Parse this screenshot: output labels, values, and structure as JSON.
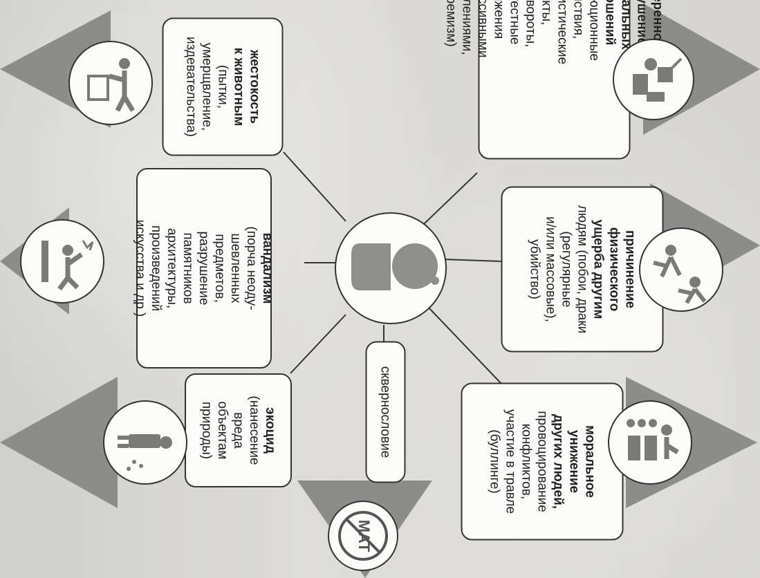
{
  "center_label": "",
  "categories": [
    {
      "id": "social",
      "bold": [
        "намеренное",
        "нарушение",
        "социальных",
        "отношений"
      ],
      "normal": [
        "(революционные",
        "действия,",
        "террористические",
        "акты,",
        "перевороты,",
        "протестные",
        "движения",
        "с агрессивными",
        "проявлениями,",
        "экстремизм)"
      ],
      "icon": "protest-crowd-icon"
    },
    {
      "id": "animals",
      "bold": [
        "жестокость",
        "к животным"
      ],
      "normal": [
        "(пытки,",
        "умерщвление,",
        "издевательства)"
      ],
      "icon": "animal-cruelty-icon"
    },
    {
      "id": "physical",
      "bold": [
        "причинение",
        "физического",
        "ущерба другим"
      ],
      "normal": [
        "людям (побои, драки",
        "(регулярные",
        "и/или массовые),",
        "убийство)"
      ],
      "icon": "fight-icon"
    },
    {
      "id": "vandalism",
      "bold": [
        "вандализм"
      ],
      "normal": [
        "(порча неоду-",
        "шевленных",
        "предметов,",
        "разрушение",
        "памятников",
        "архитектуры,",
        "произведений",
        "искусства и др.)"
      ],
      "icon": "vandalism-icon"
    },
    {
      "id": "swearing",
      "bold": [],
      "normal": [
        "сквернословие"
      ],
      "icon": "no-mat-icon",
      "icon_text": "МАТ"
    },
    {
      "id": "moral",
      "bold": [
        "моральное",
        "унижение",
        "других людей,"
      ],
      "normal": [
        "провоцирование",
        "конфликтов,",
        "участие в травле",
        "(буллинге)"
      ],
      "icon": "bullying-icon"
    },
    {
      "id": "ecocide",
      "bold": [
        "экоцид"
      ],
      "normal": [
        "(нанесение",
        "вреда объектам",
        "природы)"
      ],
      "icon": "littering-icon"
    }
  ],
  "colors": {
    "triangle": "#8c8c8a",
    "box_border": "#333333",
    "box_fill": "#fbfbfa",
    "center_shape": "#8e8e8c",
    "icon_fill": "#7a7a78"
  }
}
